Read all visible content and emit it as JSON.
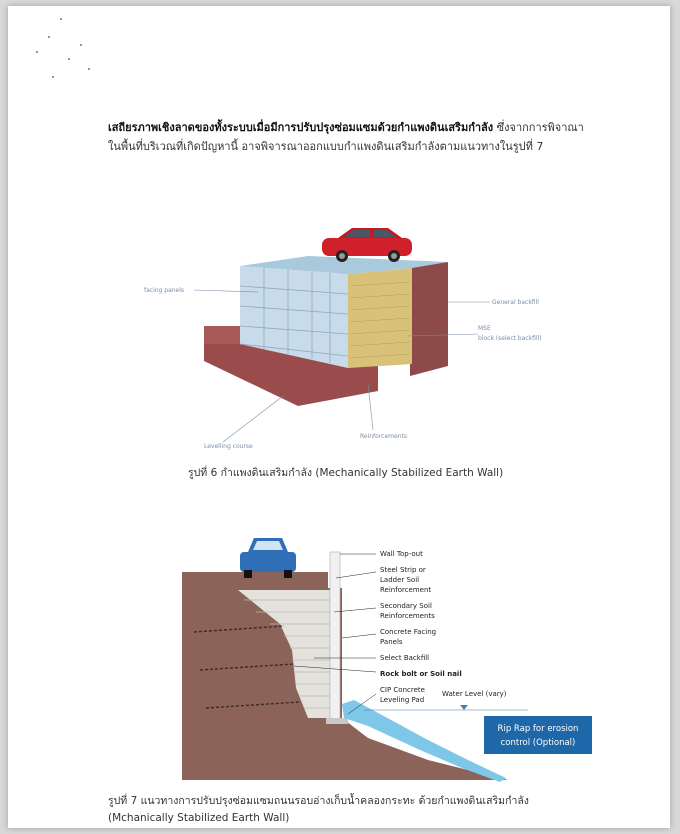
{
  "intro": {
    "line1_bold": "เสถียรภาพเชิงลาดของทั้งระบบเมื่อมีการปรับปรุงซ่อมแซมด้วยกำแพงดินเสริมกำลัง",
    "line1_rest": " ซึ่งจากการพิจาณา",
    "line2": "ในพื้นที่บริเวณที่เกิดปัญหานี้ อาจพิจารณาออกแบบกำแพงดินเสริมกำลังตามแนวทางในรูปที่ 7"
  },
  "figure6": {
    "labels": {
      "facing_panels": "facing panels",
      "general_backfill": "General backfill",
      "mse": "MSE",
      "block": "block (select backfill)",
      "levelling_course": "Levelling course",
      "reinforcements": "Reinforcements"
    },
    "caption": "รูปที่ 6 กำแพงดินเสริมกำลัง (Mechanically Stabilized Earth Wall)"
  },
  "figure7": {
    "labels": {
      "wall_top_out": "Wall Top-out",
      "steel_strip_1": "Steel Strip or",
      "steel_strip_2": "Ladder Soil",
      "steel_strip_3": "Reinforcement",
      "secondary_1": "Secondary Soil",
      "secondary_2": "Reinforcements",
      "concrete_1": "Concrete Facing",
      "concrete_2": "Panels",
      "select_backfill": "Select Backfill",
      "rock_bolt": "Rock bolt or Soil nail",
      "cip_1": "CIP Concrete",
      "cip_2": "Leveling Pad",
      "water_level": "Water Level (vary)",
      "rip_rap_1": "Rip Rap for erosion",
      "rip_rap_2": "control (Optional)"
    },
    "caption_line1": "รูปที่ 7 แนวทางการปรับปรุงซ่อมแซมถนนรอบอ่างเก็บน้ำคลองกระทะ ด้วยกำแพงดินเสริมกำลัง",
    "caption_line2": "(Mchanically Stabilized Earth Wall)"
  },
  "colors": {
    "car_red": "#d0202a",
    "car_blue": "#2f6fb8",
    "soil_brown": "#8c6358",
    "callout_blue": "#1e67a8"
  }
}
